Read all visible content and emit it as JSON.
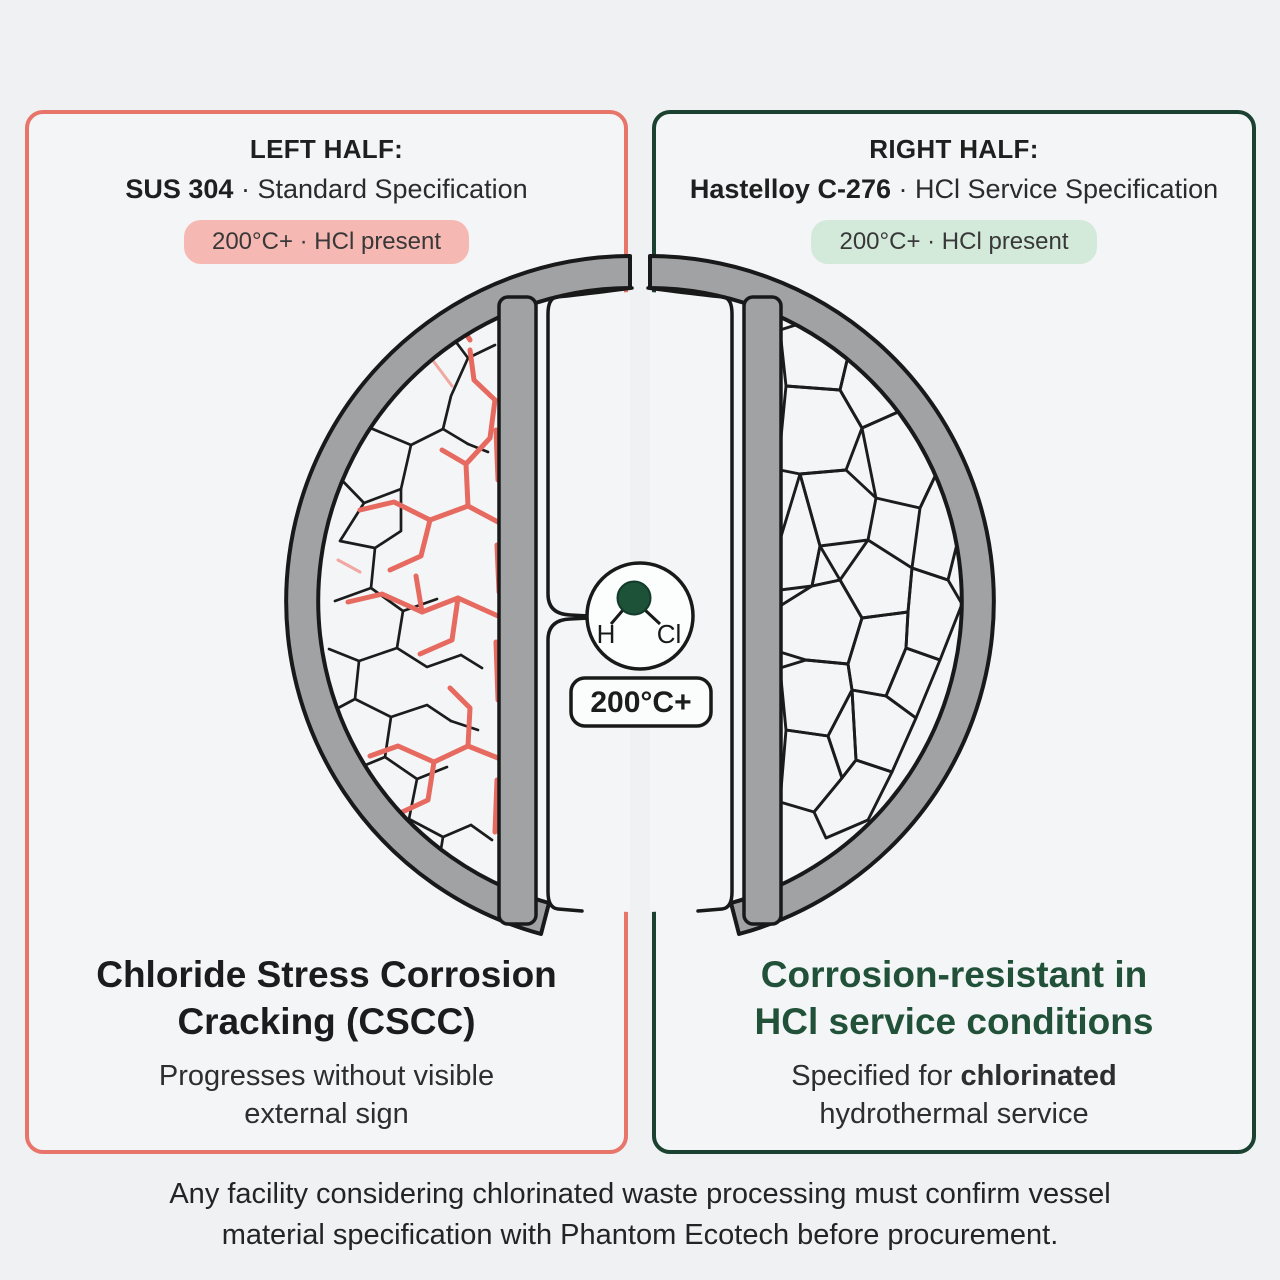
{
  "left_panel": {
    "title": "LEFT HALF:",
    "material": "SUS 304",
    "material_suffix": " · Standard Specification",
    "condition_badge": "200°C+ · HCl present",
    "badge_bg": "#f6b8b3",
    "accent": "#e8756a",
    "result_title_line1": "Chloride Stress Corrosion",
    "result_title_line2": "Cracking (CSCC)",
    "result_sub_line1": "Progresses without visible",
    "result_sub_line2": "external sign"
  },
  "right_panel": {
    "title": "RIGHT HALF:",
    "material": "Hastelloy C-276",
    "material_suffix": " · HCl Service Specification",
    "condition_badge": "200°C+ · HCl present",
    "badge_bg": "#d3e9da",
    "accent": "#1b4230",
    "heading_color": "#215239",
    "result_title_line1": "Corrosion-resistant in",
    "result_title_line2": "HCl service conditions",
    "result_sub_prefix": "Specified for ",
    "result_sub_bold": "chlorinated",
    "result_sub_line2": "hydrothermal service"
  },
  "center": {
    "molecule_label_h": "H",
    "molecule_label_cl": "Cl",
    "atom_color": "#1d5138",
    "temperature_badge": "200°C+"
  },
  "diagram": {
    "vessel_fill": "#a1a2a4",
    "outline_color": "#191919",
    "crack_color": "#e76a60",
    "crack_color_light": "#f0a8a0",
    "grain_line_color": "#1c1c1c"
  },
  "footer": {
    "line1": "Any facility considering chlorinated waste processing must confirm vessel",
    "line2": "material specification with Phantom Ecotech before procurement."
  }
}
